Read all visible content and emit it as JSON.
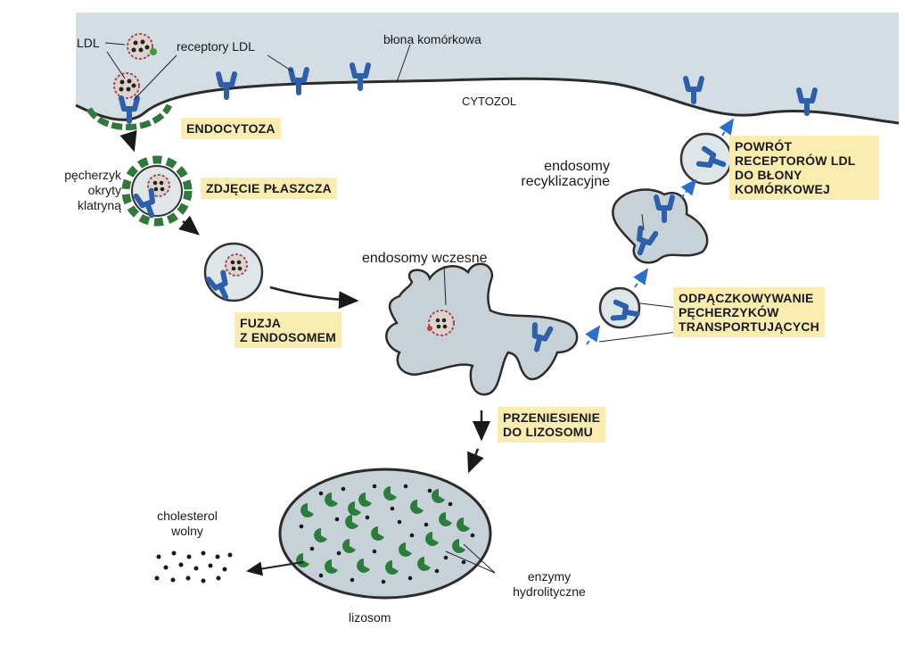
{
  "labels": {
    "ldl": "LDL",
    "receptors": "receptory LDL",
    "membrane": "błona komórkowa",
    "cytosol": "CYTOZOL",
    "coated_vesicle": "pęcherzyk\nokryty\nklatryną",
    "early_endosomes": "endosomy wczesne",
    "recycling_endosomes": "endosomy\nrecyklizacyjne",
    "free_cholesterol": "cholesterol\nwolny",
    "hydrolytic_enzymes": "enzymy\nhydrolityczne",
    "lysosome": "lizosom"
  },
  "steps": {
    "endocytosis": "ENDOCYTOZA",
    "uncoating": "ZDJĘCIE PŁASZCZA",
    "fusion": "FUZJA\nZ ENDOSOMEM",
    "transfer": "PRZENIESIENIE\nDO LIZOSOMU",
    "budding": "ODPĄCZKOWYWANIE\nPĘCHERZYKÓW\nTRANSPORTUJĄCYCH",
    "return": "POWRÓT\nRECEPTORÓW LDL\nDO BŁONY\nKOMÓRKOWEJ"
  },
  "colors": {
    "membrane_fill": "#d2dde4",
    "compartment_fill": "#c7d1d8",
    "receptor": "#2d5faa",
    "clathrin": "#2f7a3a",
    "label_box": "#fbedb0",
    "arrow_blue": "#2a6fd0"
  }
}
